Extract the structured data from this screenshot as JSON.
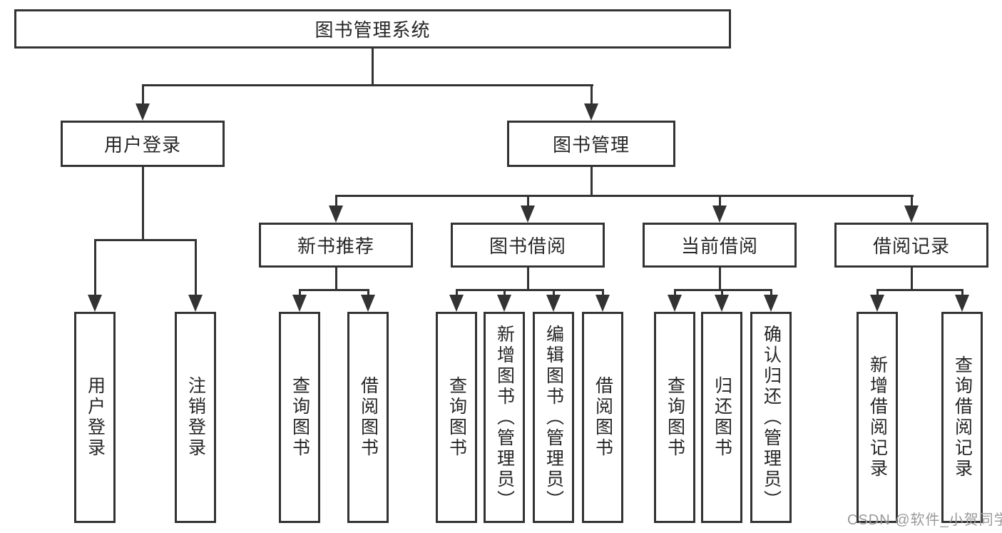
{
  "colors": {
    "line": "#333333",
    "box_border": "#333333",
    "box_fill": "#ffffff",
    "text": "#262626",
    "watermark": "#999999",
    "background": "#ffffff"
  },
  "watermark": {
    "text": "CSDN @软件_小贺同学"
  },
  "tree": {
    "root": {
      "label": "图书管理系统"
    },
    "branches": [
      {
        "label": "用户登录",
        "children": [
          {
            "label": "用户登录"
          },
          {
            "label": "注销登录"
          }
        ]
      },
      {
        "label": "图书管理",
        "children": [
          {
            "label": "新书推荐",
            "children": [
              {
                "label": "查询图书"
              },
              {
                "label": "借阅图书"
              }
            ]
          },
          {
            "label": "图书借阅",
            "children": [
              {
                "label": "查询图书"
              },
              {
                "label": "新增图书（管理员）"
              },
              {
                "label": "编辑图书（管理员）"
              },
              {
                "label": "借阅图书"
              }
            ]
          },
          {
            "label": "当前借阅",
            "children": [
              {
                "label": "查询图书"
              },
              {
                "label": "归还图书"
              },
              {
                "label": "确认归还（管理员）"
              }
            ]
          },
          {
            "label": "借阅记录",
            "children": [
              {
                "label": "新增借阅记录"
              },
              {
                "label": "查询借阅记录"
              }
            ]
          }
        ]
      }
    ]
  }
}
